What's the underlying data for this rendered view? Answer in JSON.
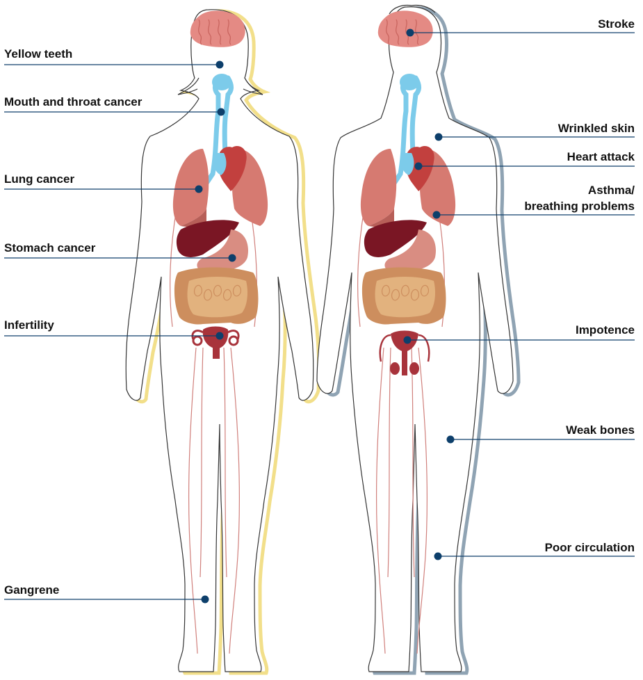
{
  "colors": {
    "leader_line": "#0d3f6b",
    "leader_dot": "#0d3f6b",
    "female_shadow": "#f2df8a",
    "male_shadow": "#8fa3b3",
    "outline": "#333333",
    "brain": "#e48a84",
    "throat": "#7ccbea",
    "lung": "#d67a71",
    "lung_dark": "#b75f58",
    "liver": "#7a1624",
    "stomach": "#d98d82",
    "intestine": "#e2b27e",
    "intestine_dark": "#cd8e5e",
    "heart": "#c2403e",
    "reproductive": "#a8333b",
    "vessel": "#d07f7b"
  },
  "figures": [
    {
      "name": "female-figure",
      "shadow": "female"
    },
    {
      "name": "male-figure",
      "shadow": "male"
    }
  ],
  "labels": {
    "yellow_teeth": "Yellow teeth",
    "mouth_throat_cancer": "Mouth and throat cancer",
    "lung_cancer": "Lung cancer",
    "stomach_cancer": "Stomach cancer",
    "infertility": "Infertility",
    "gangrene": "Gangrene",
    "stroke": "Stroke",
    "wrinkled_skin": "Wrinkled skin",
    "heart_attack": "Heart attack",
    "asthma_line1": "Asthma/",
    "asthma_line2": "breathing problems",
    "impotence": "Impotence",
    "weak_bones": "Weak bones",
    "poor_circulation": "Poor circulation"
  },
  "icons": [
    "brain-icon",
    "lungs-icon",
    "heart-icon",
    "liver-icon",
    "stomach-icon",
    "intestines-icon",
    "uterus-icon",
    "male-reproductive-icon"
  ]
}
